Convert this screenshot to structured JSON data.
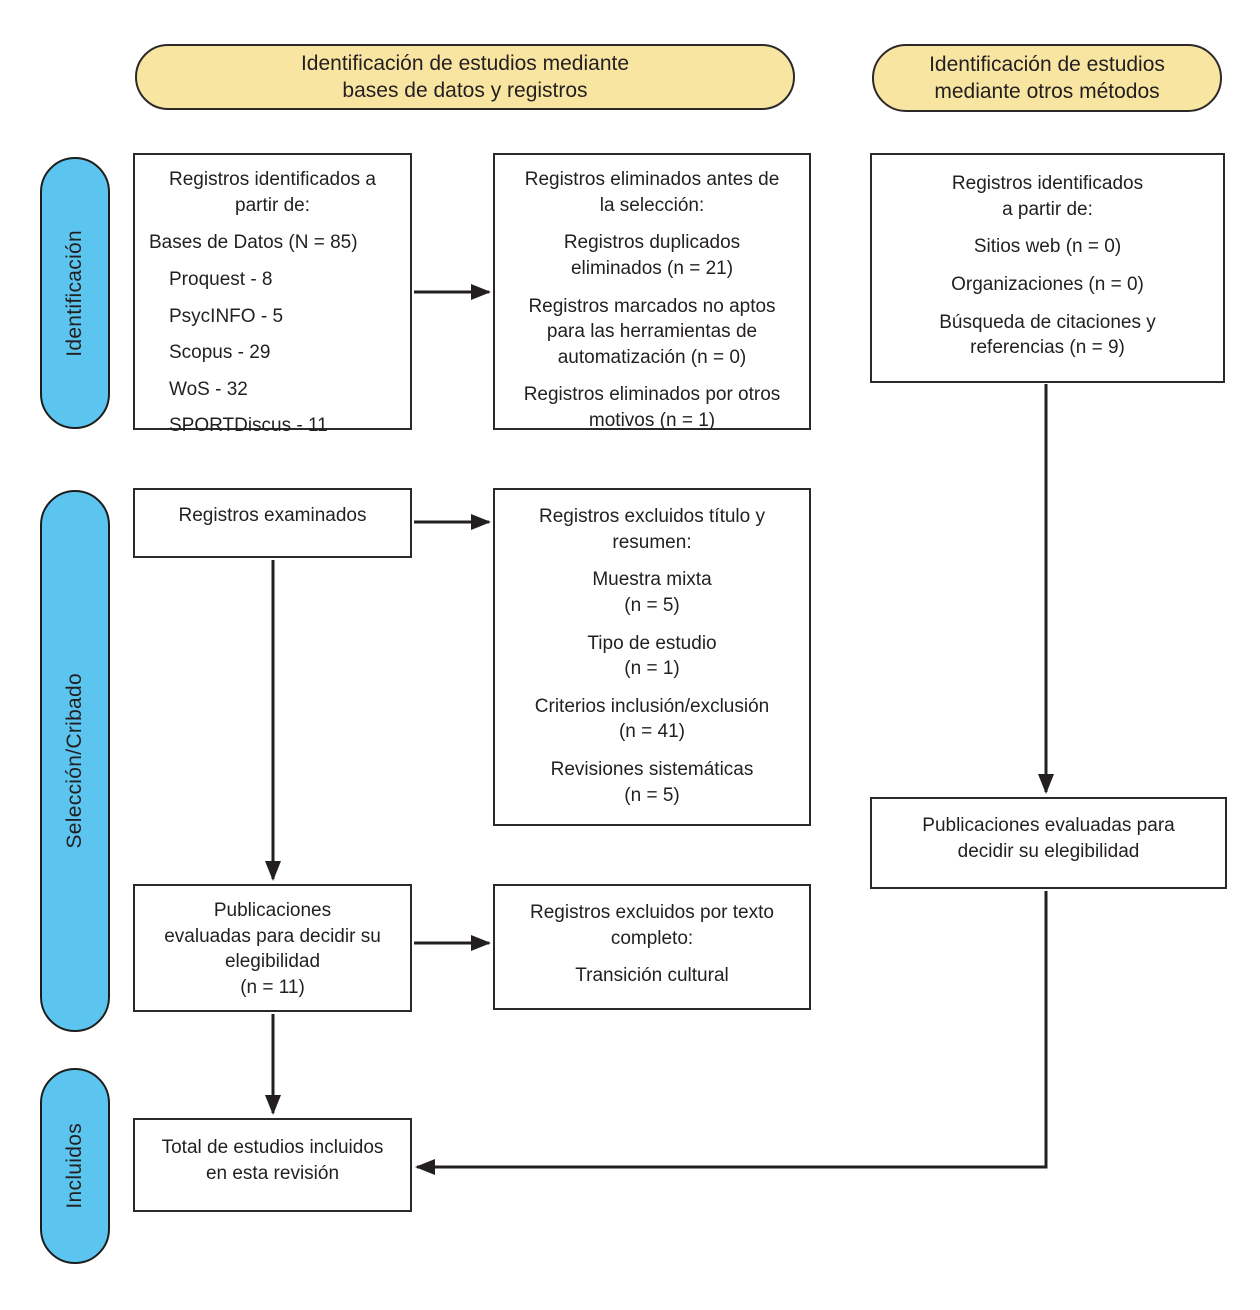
{
  "colors": {
    "header_fill": "#F8E5A1",
    "stage_fill": "#5BC5F0",
    "line": "#231F20"
  },
  "headers": {
    "left": [
      "Identificación de estudios mediante",
      "bases de datos y registros"
    ],
    "right": [
      "Identificación de estudios",
      "mediante otros métodos"
    ]
  },
  "stages": {
    "identification": "Identificación",
    "screening": "Selección/Cribado",
    "included": "Incluidos"
  },
  "boxes": {
    "db_identified": {
      "title": [
        "Registros identificados a",
        "partir de:"
      ],
      "subtitle": "Bases de Datos (N = 85)",
      "sources": [
        "Proquest - 8",
        "PsycINFO - 5",
        "Scopus - 29",
        "WoS - 32",
        "SPORTDiscus - 11"
      ]
    },
    "removed_before_screening": {
      "title": [
        "Registros eliminados antes de",
        "la selección:"
      ],
      "items": [
        [
          "Registros duplicados",
          "eliminados (n = 21)"
        ],
        [
          "Registros marcados no aptos",
          "para las herramientas de",
          "automatización (n = 0)"
        ],
        [
          "Registros eliminados por otros",
          "motivos (n = 1)"
        ]
      ]
    },
    "other_identified": {
      "title": [
        "Registros identificados",
        "a partir de:"
      ],
      "items": [
        [
          "Sitios web (n = 0)"
        ],
        [
          "Organizaciones (n = 0)"
        ],
        [
          "Búsqueda de citaciones y",
          "referencias (n = 9)"
        ]
      ]
    },
    "records_screened": {
      "title": "Registros examinados"
    },
    "excluded_title_abstract": {
      "title": [
        "Registros excluidos título y",
        "resumen:"
      ],
      "items": [
        {
          "label": "Muestra mixta",
          "n": "(n = 5)"
        },
        {
          "label": "Tipo de estudio",
          "n": "(n = 1)"
        },
        {
          "label": "Criterios inclusión/exclusión",
          "n": "(n = 41)"
        },
        {
          "label": "Revisiones sistemáticas",
          "n": "(n = 5)"
        }
      ]
    },
    "assessed_eligibility": {
      "lines": [
        "Publicaciones",
        "evaluadas para decidir su",
        "elegibilidad",
        "(n = 11)"
      ]
    },
    "excluded_fulltext": {
      "title": [
        "Registros excluidos por texto",
        "completo:"
      ],
      "reason": "Transición cultural"
    },
    "other_assessed": {
      "lines": [
        "Publicaciones evaluadas para",
        "decidir su elegibilidad"
      ]
    },
    "total_included": {
      "lines": [
        "Total de estudios incluidos",
        "en esta revisión"
      ]
    }
  }
}
